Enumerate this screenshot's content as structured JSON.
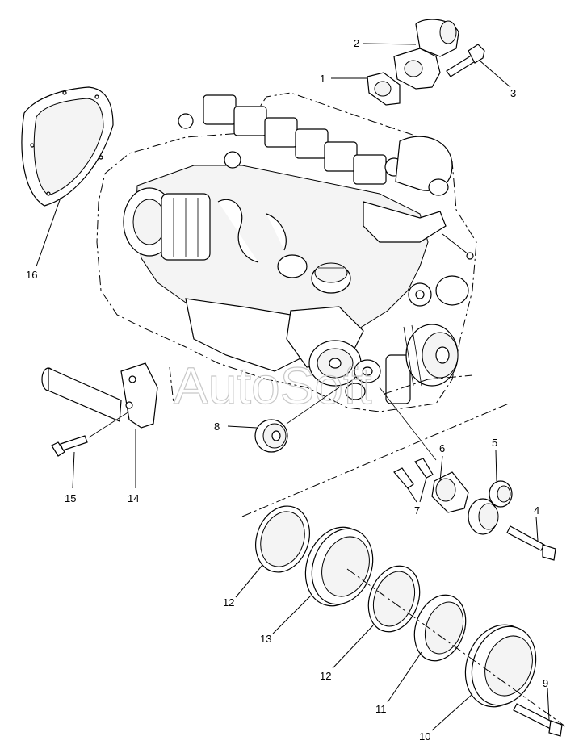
{
  "watermark": "AutoSoft",
  "callouts": [
    {
      "id": "c1",
      "label": "1"
    },
    {
      "id": "c2",
      "label": "2"
    },
    {
      "id": "c3",
      "label": "3"
    },
    {
      "id": "c4",
      "label": "4"
    },
    {
      "id": "c5",
      "label": "5"
    },
    {
      "id": "c6",
      "label": "6"
    },
    {
      "id": "c7",
      "label": "7"
    },
    {
      "id": "c8",
      "label": "8"
    },
    {
      "id": "c9",
      "label": "9"
    },
    {
      "id": "c10",
      "label": "10"
    },
    {
      "id": "c11",
      "label": "11"
    },
    {
      "id": "c12a",
      "label": "12"
    },
    {
      "id": "c12b",
      "label": "12"
    },
    {
      "id": "c13",
      "label": "13"
    },
    {
      "id": "c14",
      "label": "14"
    },
    {
      "id": "c15",
      "label": "15"
    },
    {
      "id": "c16",
      "label": "16"
    }
  ]
}
